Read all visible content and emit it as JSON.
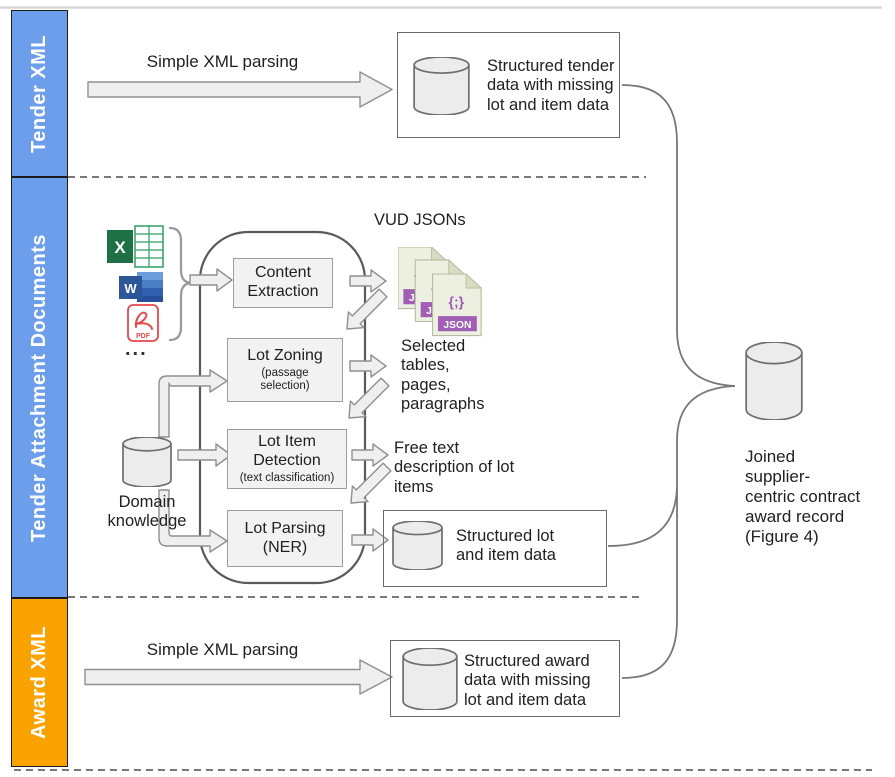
{
  "lanes": {
    "tender": "Tender XML",
    "docs": "Tender Attachment Documents",
    "award": "Award XML"
  },
  "tender_lane": {
    "arrow_label": "Simple XML parsing",
    "output": "Structured tender\ndata with missing\nlot and item data"
  },
  "award_lane": {
    "arrow_label": "Simple XML parsing",
    "output": "Structured award\ndata with missing\nlot and item data"
  },
  "docs_lane": {
    "vud_label": "VUD JSONs",
    "selected_label": "Selected\ntables,\npages,\nparagraphs",
    "free_text_label": "Free text\ndescription of lot\nitems",
    "structured_output": "Structured lot\nand item data",
    "domain_knowledge": "Domain\nknowledge",
    "ellipsis": "...",
    "pipeline": {
      "content_extraction": {
        "title": "Content\nExtraction"
      },
      "lot_zoning": {
        "title": "Lot Zoning",
        "sub": "(passage\nselection)"
      },
      "lot_item_detection": {
        "title": "Lot Item\nDetection",
        "sub": "(text classification)"
      },
      "lot_parsing": {
        "title": "Lot Parsing\n(NER)"
      }
    },
    "icons": {
      "excel_letter": "X",
      "word_letter": "W",
      "pdf_label": "PDF",
      "json_glyph": "{;}",
      "json_badge": "JSON"
    }
  },
  "joined_output": "Joined\nsupplier-\ncentric contract\naward record\n(Figure 4)",
  "colors": {
    "lane_blue": "#6d9eeb",
    "lane_orange": "#f9a200",
    "process_box_fill": "#f2f2f2",
    "arrow_fill": "#efefef",
    "json_purple": "#9b59b6",
    "json_badge_purple": "#a05fb5",
    "cylinder_fill": "#ececec"
  }
}
